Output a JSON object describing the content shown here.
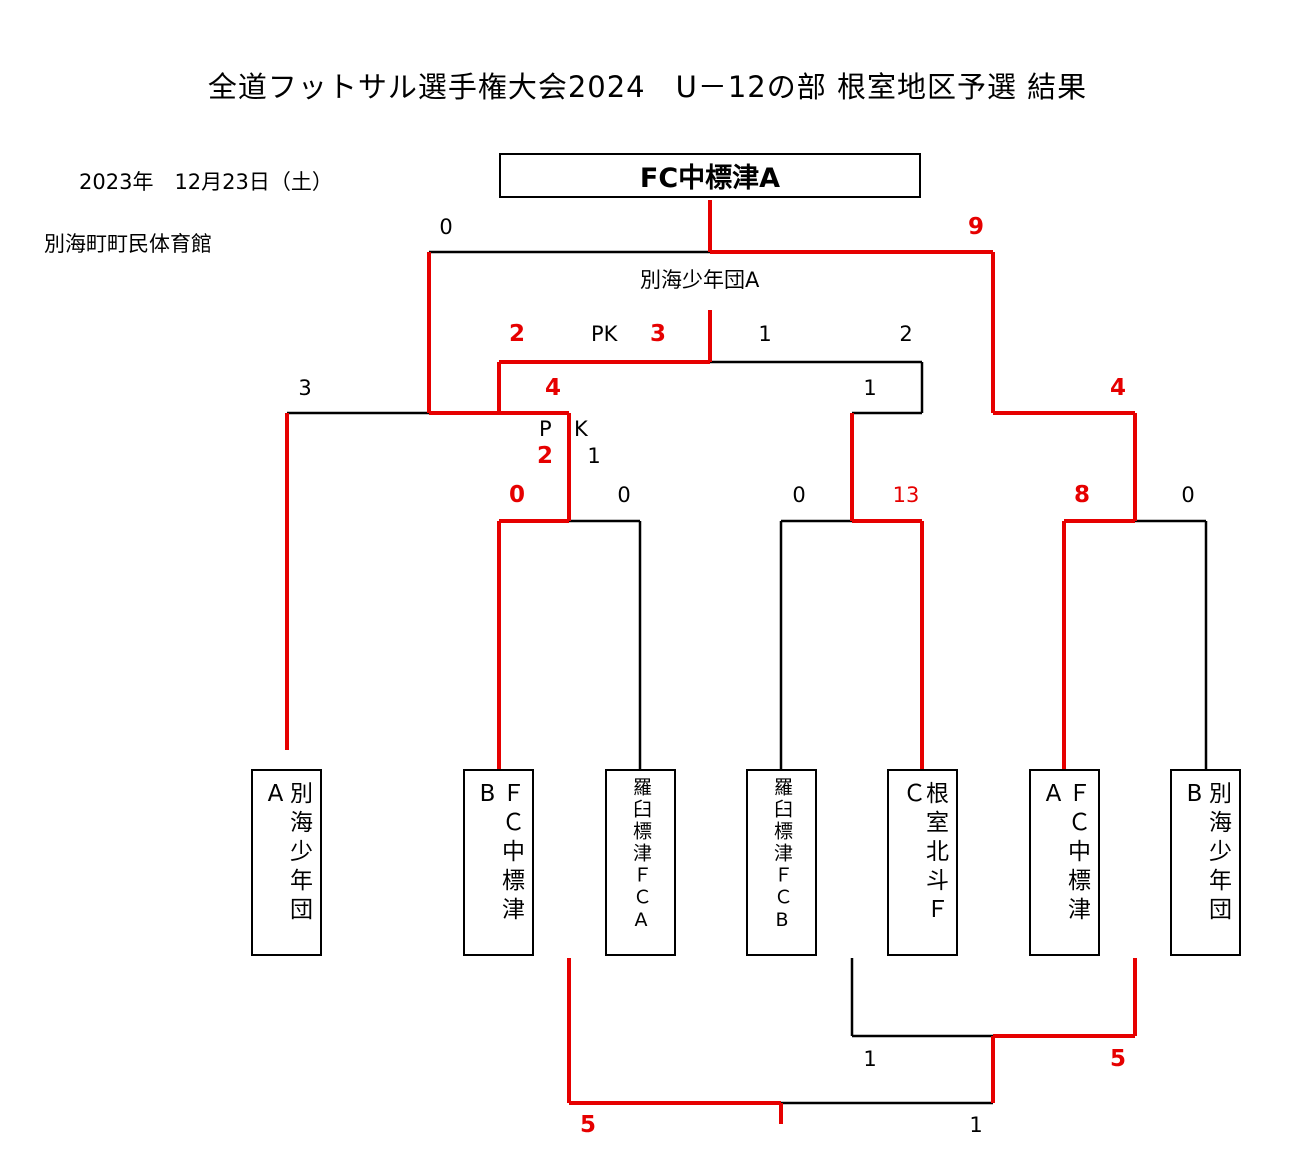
{
  "title": "全道フットサル選手権大会2024　U－12の部 根室地区予選 結果",
  "date": "2023年　12月23日（土）",
  "venue": "別海町町民体育館",
  "champion": "FC中標津A",
  "teams": [
    "別海少年団A",
    "ＦＣ中標津B",
    "羅臼標津ＦＣA",
    "羅臼標津ＦＣB",
    "根室北斗ＦＣ",
    "ＦＣ中標津A",
    "別海少年団B"
  ],
  "final_left_label": "別海少年団A",
  "pk_label_top": "PK",
  "pk_label_p": "P",
  "pk_label_k": "K",
  "scores": {
    "final_left": "0",
    "final_right": "9",
    "semi_left_a": "2",
    "semi_left_b": "3",
    "semi_right_a": "1",
    "semi_right_b": "2",
    "qf1_left": "3",
    "qf1_right": "4",
    "qf1_pk_left": "2",
    "qf1_pk_right": "1",
    "qf2_left": "1",
    "qf2_right": "4",
    "r1_a_left": "0",
    "r1_a_right": "0",
    "r1_b_left": "0",
    "r1_b_right": "13",
    "r1_c_left": "8",
    "r1_c_right": "0",
    "low_right_a": "1",
    "low_right_b": "5",
    "low_bottom_a": "5",
    "low_bottom_b": "1"
  },
  "colors": {
    "winner_line": "#e60000",
    "loser_line": "#000000"
  }
}
